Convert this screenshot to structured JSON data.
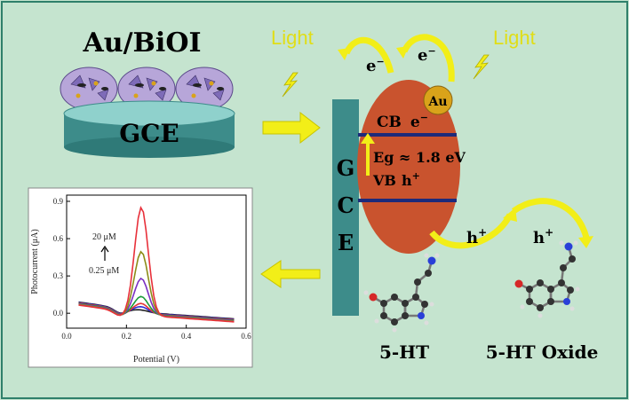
{
  "electrode_label": "Au/BiOI",
  "gce_label_base": "GCE",
  "light_left": "Light",
  "light_right": "Light",
  "electrons": [
    "e",
    "e"
  ],
  "electron_sup": "−",
  "gce_bar_letters": [
    "G",
    "C",
    "E"
  ],
  "au_label": "Au",
  "cb_label": "CB",
  "cb_electron": "e",
  "eg_label": "Eg ≈ 1.8 eV",
  "vb_label": "VB",
  "vb_hole": "h",
  "hole_labels": [
    "h",
    "h"
  ],
  "hole_sup": "+",
  "molecule_left": "5-HT",
  "molecule_right": "5-HT Oxide",
  "colors": {
    "background": "#c5e4cf",
    "particle": "#c9532e",
    "gce_bar": "#3d8c8a",
    "arrow_yellow": "#f2ee18",
    "band_line": "#1d2a7a",
    "au": "#d9a31a"
  },
  "chart_data": {
    "type": "line",
    "xlabel": "Potential (V)",
    "ylabel": "Photocurrent (μA)",
    "xlim": [
      0.0,
      0.6
    ],
    "ylim": [
      -0.12,
      0.95
    ],
    "xticks": [
      "0.0",
      "0.2",
      "0.4",
      "0.6"
    ],
    "xtick_values": [
      0.0,
      0.2,
      0.4,
      0.6
    ],
    "yticks": [
      "0.0",
      "0.3",
      "0.6",
      "0.9"
    ],
    "ytick_values": [
      0.0,
      0.3,
      0.6,
      0.9
    ],
    "annotation_top": "20 μM",
    "annotation_bottom": "0.25 μM",
    "series": [
      {
        "color": "#222222",
        "peak": 0.01
      },
      {
        "color": "#2b2bd6",
        "peak": 0.04
      },
      {
        "color": "#e43636",
        "peak": 0.07
      },
      {
        "color": "#1c9c3a",
        "peak": 0.13
      },
      {
        "color": "#7b2fc2",
        "peak": 0.28
      },
      {
        "color": "#8c8c18",
        "peak": 0.5
      },
      {
        "color": "#e8303a",
        "peak": 0.86
      }
    ]
  }
}
